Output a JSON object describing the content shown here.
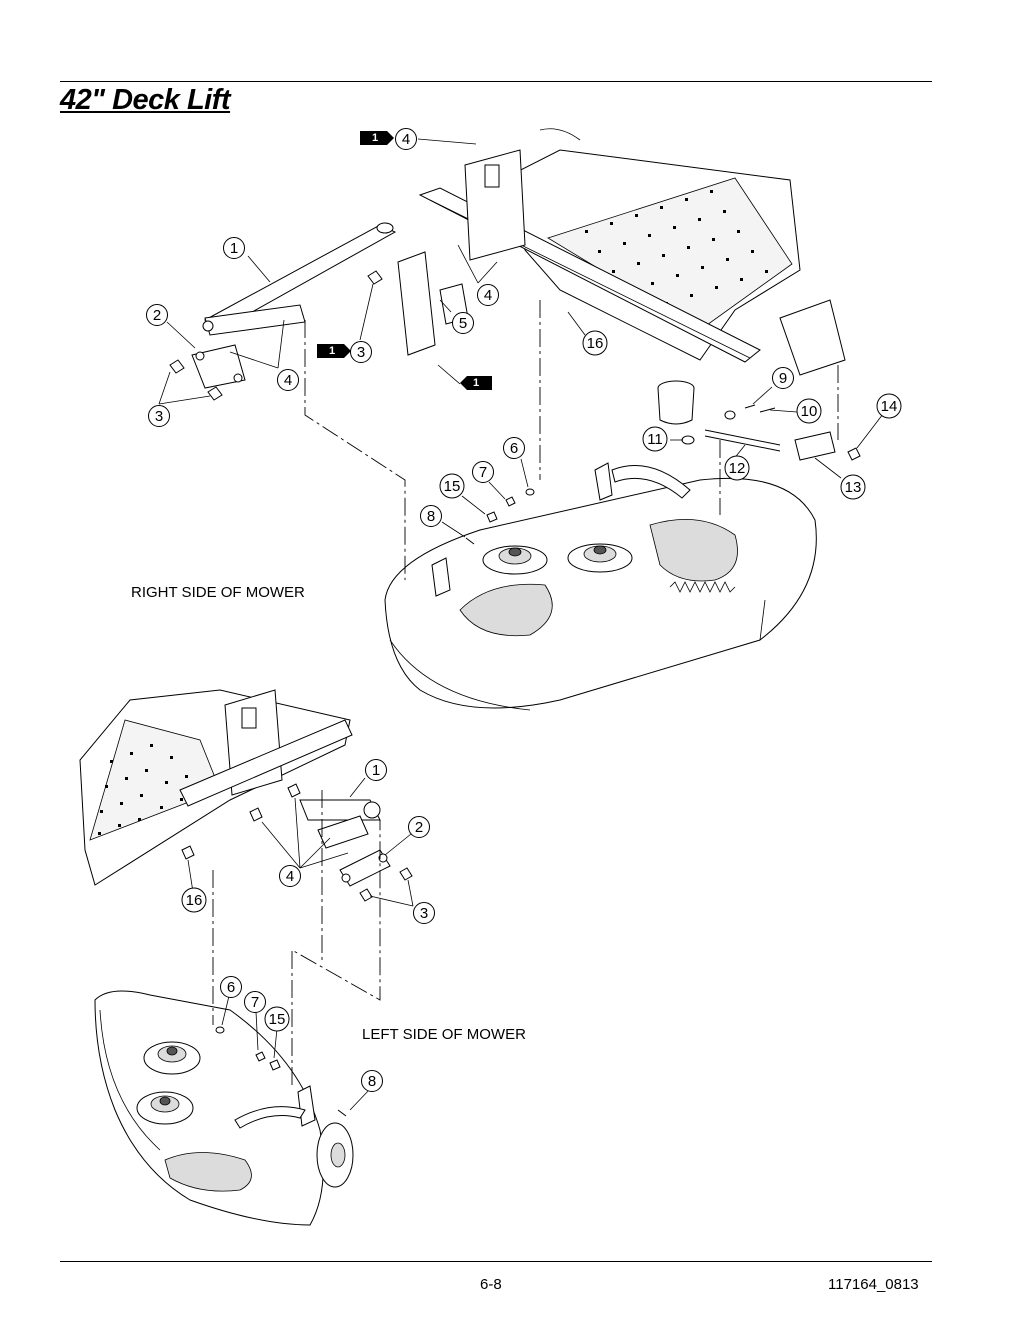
{
  "page": {
    "title": "42\" Deck Lift",
    "footer_center": "6-8",
    "footer_right": "117164_0813"
  },
  "labels": {
    "right_side": "RIGHT SIDE OF MOWER",
    "left_side": "LEFT SIDE OF MOWER"
  },
  "flag_marker": "1",
  "callouts_right": [
    "4",
    "1",
    "4",
    "5",
    "2",
    "3",
    "4",
    "3",
    "16",
    "9",
    "10",
    "14",
    "11",
    "12",
    "13",
    "6",
    "7",
    "15",
    "8"
  ],
  "callouts_left": [
    "1",
    "2",
    "4",
    "3",
    "16",
    "6",
    "7",
    "15",
    "8"
  ]
}
